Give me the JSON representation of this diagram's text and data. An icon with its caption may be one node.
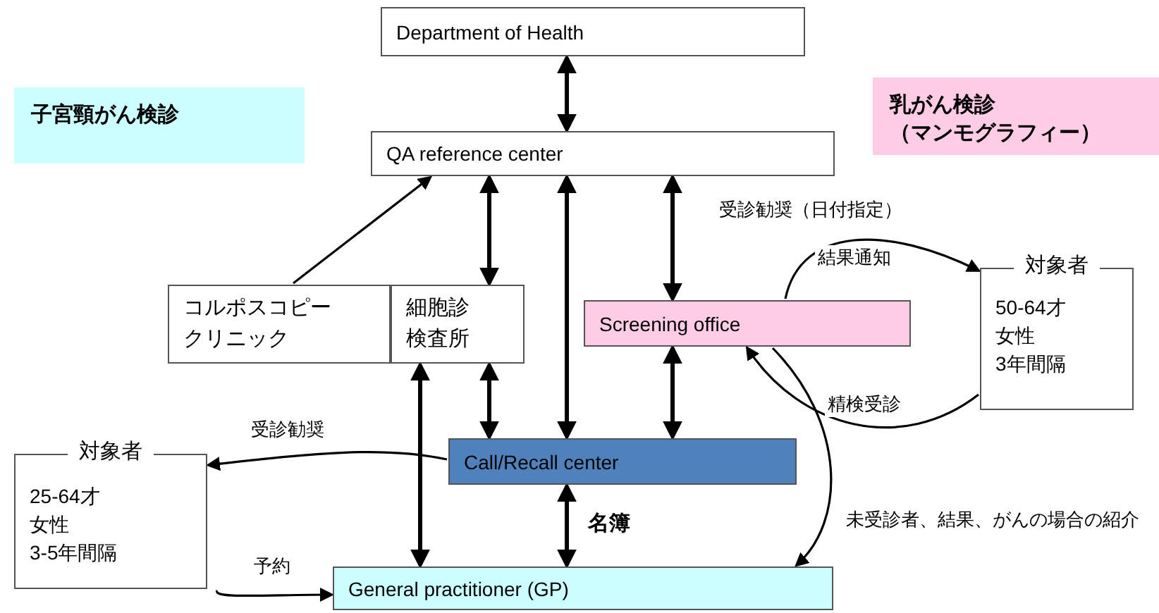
{
  "diagram": {
    "nodes": [
      {
        "text": [
          "Department of Health"
        ]
      },
      {
        "text": [
          "子宮頸がん検診"
        ]
      },
      {
        "text": [
          "乳がん検診",
          "（マンモグラフィー）"
        ]
      },
      {
        "text": [
          "QA reference center"
        ]
      },
      {
        "text": [
          "コルポスコピークリニック"
        ]
      },
      {
        "text": [
          "細胞診検査所"
        ]
      },
      {
        "text": [
          "Screening office"
        ]
      },
      {
        "text": [
          "対象者",
          "50-64才",
          "女性",
          "3年間隔"
        ]
      },
      {
        "text": [
          "Call/Recall center"
        ]
      },
      {
        "text": [
          "対象者",
          "25-64才",
          "女性",
          "3-5年間隔"
        ]
      },
      {
        "text": [
          "General practitioner (GP)"
        ]
      }
    ],
    "edges": [
      {
        "from": 0,
        "to": 3,
        "arrow": "both"
      },
      {
        "from": 4,
        "to": 3,
        "arrow": "to"
      },
      {
        "from": 3,
        "to": 5,
        "arrow": "both"
      },
      {
        "from": 3,
        "to": 8,
        "arrow": "both"
      },
      {
        "from": 3,
        "to": 6,
        "arrow": "both"
      },
      {
        "from": 5,
        "to": 8,
        "arrow": "both"
      },
      {
        "from": 5,
        "to": 10,
        "arrow": "both"
      },
      {
        "from": 8,
        "to": 10,
        "arrow": "both",
        "label": "名簿"
      },
      {
        "from": 6,
        "to": 8,
        "arrow": "both"
      },
      {
        "from": 6,
        "to": 7,
        "arrow": "to",
        "label": "結果通知"
      },
      {
        "from": 7,
        "to": 6,
        "arrow": "to",
        "label": "精検受診"
      },
      {
        "from": 6,
        "to": 10,
        "arrow": "to",
        "label": "未受診者、結果、がんの場合の紹介"
      },
      {
        "from": 8,
        "to": 9,
        "arrow": "to",
        "label": "受診勧奨"
      },
      {
        "from": 9,
        "to": 10,
        "arrow": "to",
        "label": "予約"
      }
    ],
    "labels": [
      "受診勧奨（日付指定）"
    ]
  }
}
